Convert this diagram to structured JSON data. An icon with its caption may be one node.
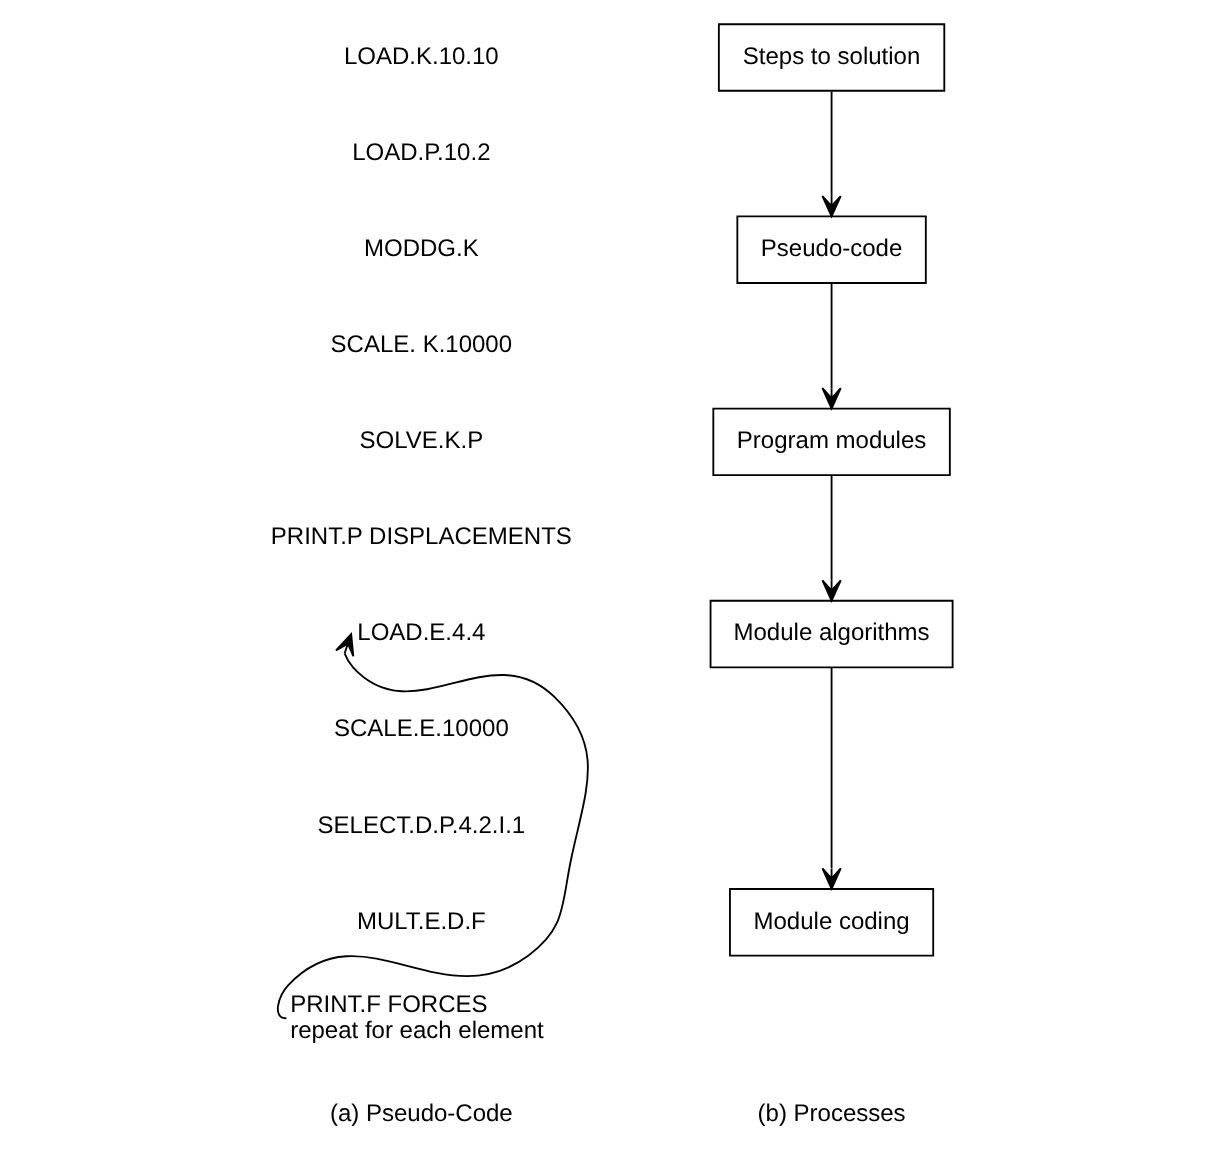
{
  "diagram": {
    "nodes": [
      {
        "text": [
          "LOAD.E.4.4"
        ]
      },
      {
        "text": [
          "PRINT.F FORCES",
          "repeat for each element"
        ]
      },
      {
        "text": [
          "Steps to solution"
        ]
      },
      {
        "text": [
          "Pseudo-code"
        ]
      },
      {
        "text": [
          "Program modules"
        ]
      },
      {
        "text": [
          "Module algorithms"
        ]
      },
      {
        "text": [
          "Module coding"
        ]
      }
    ],
    "edges": [
      {
        "from": 1,
        "to": 0,
        "arrow": "to"
      },
      {
        "from": 2,
        "to": 3,
        "arrow": "to"
      },
      {
        "from": 3,
        "to": 4,
        "arrow": "to"
      },
      {
        "from": 4,
        "to": 5,
        "arrow": "to"
      },
      {
        "from": 5,
        "to": 6,
        "arrow": "to"
      }
    ],
    "labels": [
      "LOAD.K.10.10",
      "LOAD.P.10.2",
      "MODDG.K",
      "SCALE. K.10000",
      "SOLVE.K.P",
      "PRINT.P DISPLACEMENTS",
      "SCALE.E.10000",
      "SELECT.D.P.4.2.I.1",
      "MULT.E.D.F",
      "(a) Pseudo-Code",
      "(b) Processes"
    ]
  }
}
